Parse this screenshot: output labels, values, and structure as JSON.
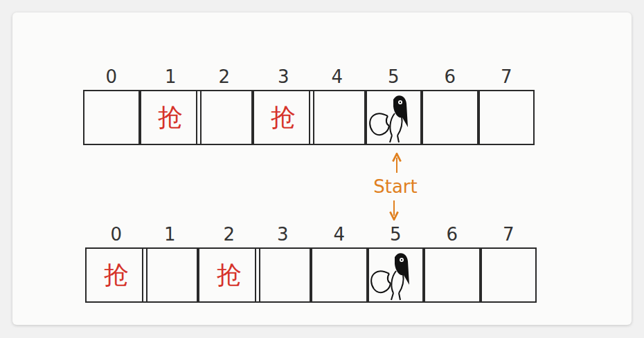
{
  "diagram": {
    "nodes": [
      {
        "text": [
          "0"
        ]
      },
      {
        "text": [
          "1",
          "抢"
        ]
      },
      {
        "text": [
          "2"
        ]
      },
      {
        "text": [
          "3",
          "抢"
        ]
      },
      {
        "text": [
          "4"
        ]
      },
      {
        "text": [
          "5"
        ]
      },
      {
        "text": [
          "6"
        ]
      },
      {
        "text": [
          "7"
        ]
      },
      {
        "text": [
          "0",
          "抢"
        ]
      },
      {
        "text": [
          "1"
        ]
      },
      {
        "text": [
          "2",
          "抢"
        ]
      },
      {
        "text": [
          "3"
        ]
      },
      {
        "text": [
          "4"
        ]
      },
      {
        "text": [
          "5"
        ]
      },
      {
        "text": [
          "6"
        ]
      },
      {
        "text": [
          "7"
        ]
      }
    ],
    "labels": [
      "Start"
    ]
  }
}
